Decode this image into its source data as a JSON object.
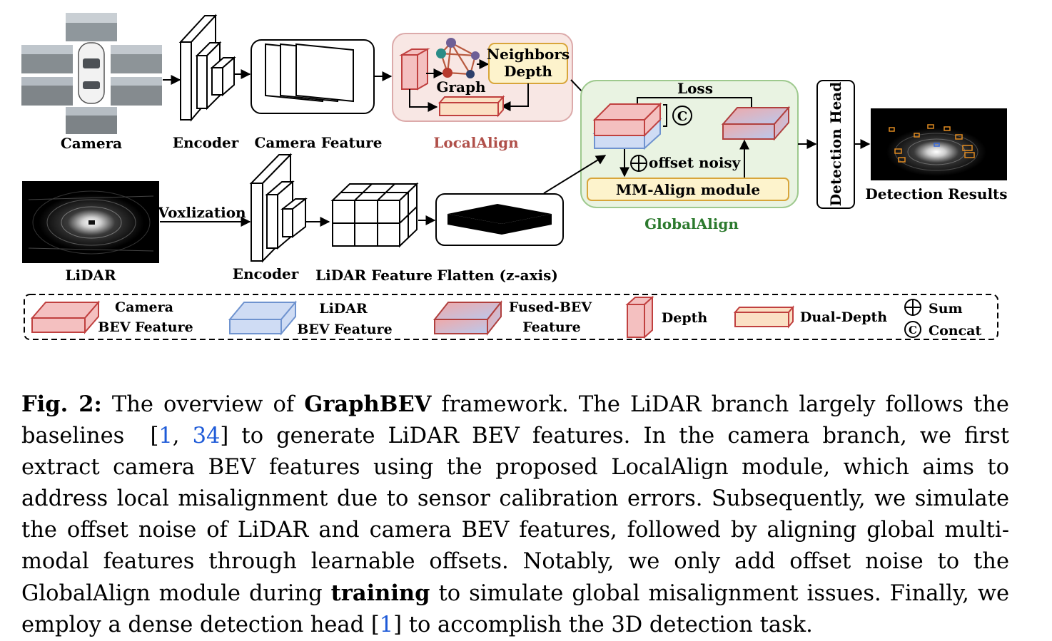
{
  "figure": {
    "labels": {
      "camera": "Camera",
      "encoder_top": "Encoder",
      "camera_feature": "Camera Feature",
      "graph": "Graph",
      "neighbors": "Neighbors",
      "depth_word": "Depth",
      "localalign": "LocalAlign",
      "loss": "Loss",
      "concat_symbol": "C",
      "offset_noisy": "offset noisy",
      "mm_align": "MM-Align module",
      "globalalign": "GlobalAlign",
      "detection_head": "Detection Head",
      "detection_results": "Detection Results",
      "lidar": "LiDAR",
      "voxlization": "Voxlization",
      "encoder_bottom": "Encoder",
      "lidar_feature": "LiDAR Feature",
      "flatten": "Flatten (z-axis)"
    },
    "legend": {
      "camera_bev_1": "Camera",
      "camera_bev_2": "BEV Feature",
      "lidar_bev_1": "LiDAR",
      "lidar_bev_2": "BEV Feature",
      "fused_bev_1": "Fused-BEV",
      "fused_bev_2": "Feature",
      "depth": "Depth",
      "dual_depth": "Dual-Depth",
      "sum": "Sum",
      "concat": "Concat",
      "concat_symbol": "C"
    },
    "colors": {
      "camera_fill": "#f4c0c0",
      "camera_stroke": "#c0403f",
      "lidar_fill": "#cfdcf4",
      "lidar_stroke": "#6f93cf",
      "dual_depth_fill": "#fbe0c4",
      "neighbors_fill": "#fdf3cc",
      "neighbors_stroke": "#d8a53a",
      "localalign_bg": "#f8e7e4",
      "localalign_border": "#dcaaaa",
      "localalign_text": "#b0504a",
      "globalalign_bg": "#e9f3e2",
      "globalalign_border": "#9ec98e",
      "globalalign_text": "#2c7a2e",
      "graph_node_teal": "#2a8c87",
      "graph_node_red": "#b73a2e",
      "graph_node_navy": "#2d3f6b",
      "graph_node_purple": "#6e5f96",
      "graph_edge": "#b85a40"
    }
  },
  "caption": {
    "fig_label": "Fig. 2:",
    "t1": " The overview of ",
    "framework": "GraphBEV",
    "t2": " framework. The LiDAR branch largely follows the baselines  ",
    "cite_open": "[",
    "cite1": "1",
    "cite_sep": ", ",
    "cite2": "34",
    "cite_close": "]",
    "t3": " to generate LiDAR BEV features. In the camera branch, we first extract camera BEV features using the proposed LocalAlign module, which aims to address local misalignment due to sensor calibration errors. Subsequently, we simulate the offset noise of LiDAR and camera BEV features, followed by aligning global multi-modal features through learnable offsets. Notably, we only add offset noise to the GlobalAlign module during ",
    "training": "training",
    "t4": " to simulate global misalignment issues. Finally, we employ a dense detection head ",
    "cite3_open": "[",
    "cite3": "1",
    "cite3_close": "]",
    "t5": " to accomplish the 3D detection task."
  }
}
